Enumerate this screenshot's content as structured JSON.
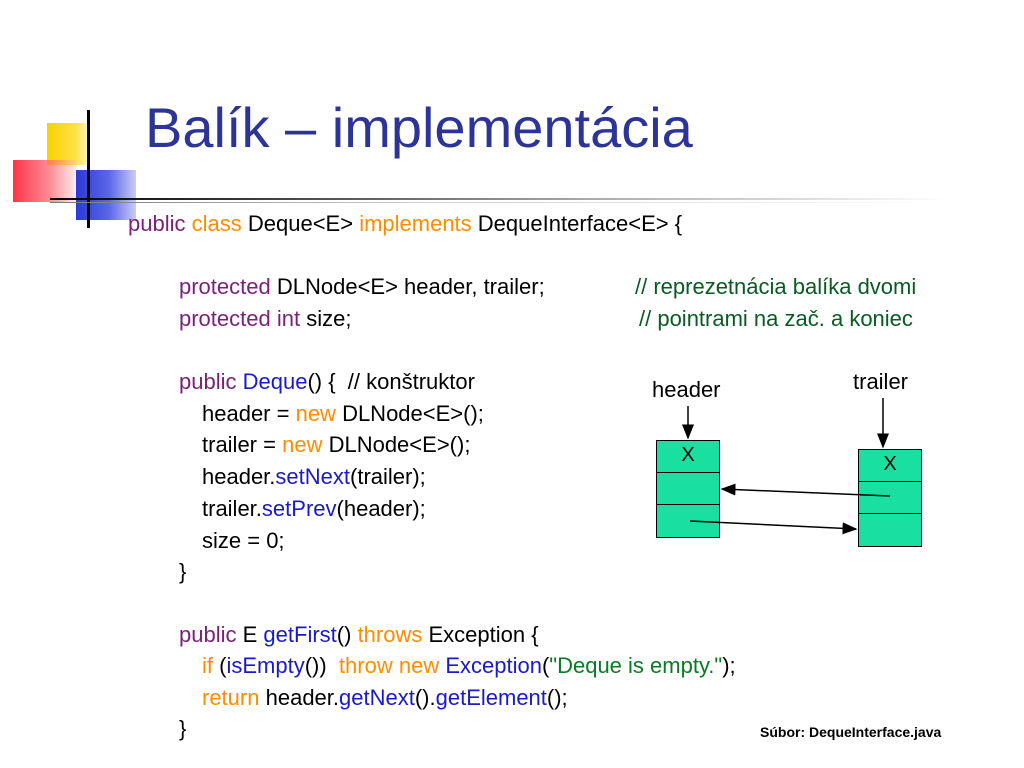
{
  "title": "Balík – implementácia",
  "code": {
    "line1": {
      "t1": "public",
      "t2": "class",
      "t3": "Deque<E>",
      "t4": "implements",
      "t5": "DequeInterface<E> {"
    },
    "line2": {
      "t1": "protected",
      "t2": "DLNode<E> header, trailer;",
      "comment": "// reprezetnácia balíka dvomi"
    },
    "line3": {
      "t1": "protected",
      "t2": "int",
      "t3": "size;",
      "comment": "// pointrami na zač. a koniec"
    },
    "line4": {
      "t1": "public",
      "t2": "Deque",
      "t3": "() {  // konštruktor"
    },
    "line5": {
      "t1": "header = ",
      "t2": "new",
      "t3": "DLNode<E>();"
    },
    "line6": {
      "t1": "trailer = ",
      "t2": "new",
      "t3": "DLNode<E>();"
    },
    "line7": {
      "t1": "header.",
      "t2": "setNext",
      "t3": "(trailer);"
    },
    "line8": {
      "t1": "trailer.",
      "t2": "setPrev",
      "t3": "(header);"
    },
    "line9": {
      "t1": "size = 0;"
    },
    "line10": {
      "t1": "}"
    },
    "line11": {
      "t1": "public",
      "t2": "E",
      "t3": "getFirst",
      "t4": "()",
      "t5": "throws",
      "t6": "Exception {"
    },
    "line12": {
      "t1": "if",
      "t2": "(",
      "t3": "isEmpty",
      "t4": "())",
      "t5": "throw",
      "t6": "new",
      "t7": "Exception",
      "t8": "(",
      "t9": "\"Deque is empty.\"",
      "t10": ");"
    },
    "line13": {
      "t1": "return",
      "t2": "header.",
      "t3": "getNext",
      "t4": "().",
      "t5": "getElement",
      "t6": "();"
    },
    "line14": {
      "t1": "}"
    }
  },
  "diagram": {
    "header_label": "header",
    "trailer_label": "trailer",
    "header_node_cell1": "X",
    "trailer_node_cell1": "X"
  },
  "footer": {
    "filename": "Súbor: DequeInterface.java"
  },
  "colors": {
    "title": "#2d3497",
    "keyword_purple": "#7b1f7b",
    "keyword_orange": "#ff8c00",
    "method_blue": "#1a1ac8",
    "comment_green": "#0a5a23",
    "node_fill": "#19e0a0"
  }
}
